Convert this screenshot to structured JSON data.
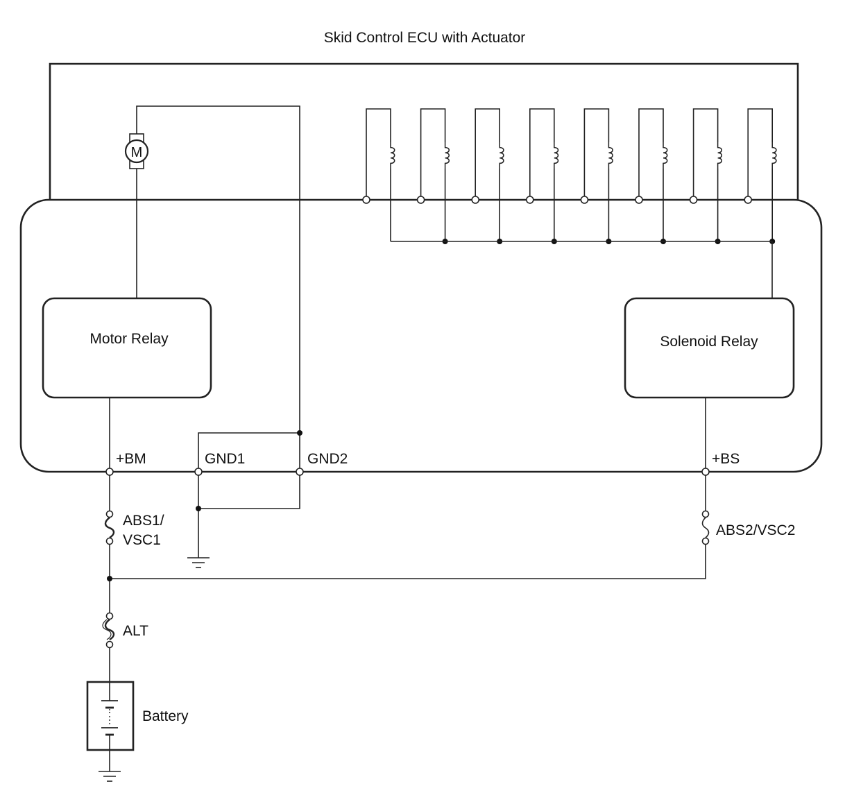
{
  "title": "Skid Control ECU with Actuator",
  "blocks": {
    "motor_relay": "Motor Relay",
    "solenoid_relay": "Solenoid Relay",
    "motor": "M"
  },
  "terminals": {
    "bm": "+BM",
    "gnd1": "GND1",
    "gnd2": "GND2",
    "bs": "+BS"
  },
  "fuses": {
    "abs1_line1": "ABS1/",
    "abs1_line2": "VSC1",
    "abs2": "ABS2/VSC2",
    "alt": "ALT"
  },
  "battery": "Battery",
  "solenoid_count": 8
}
